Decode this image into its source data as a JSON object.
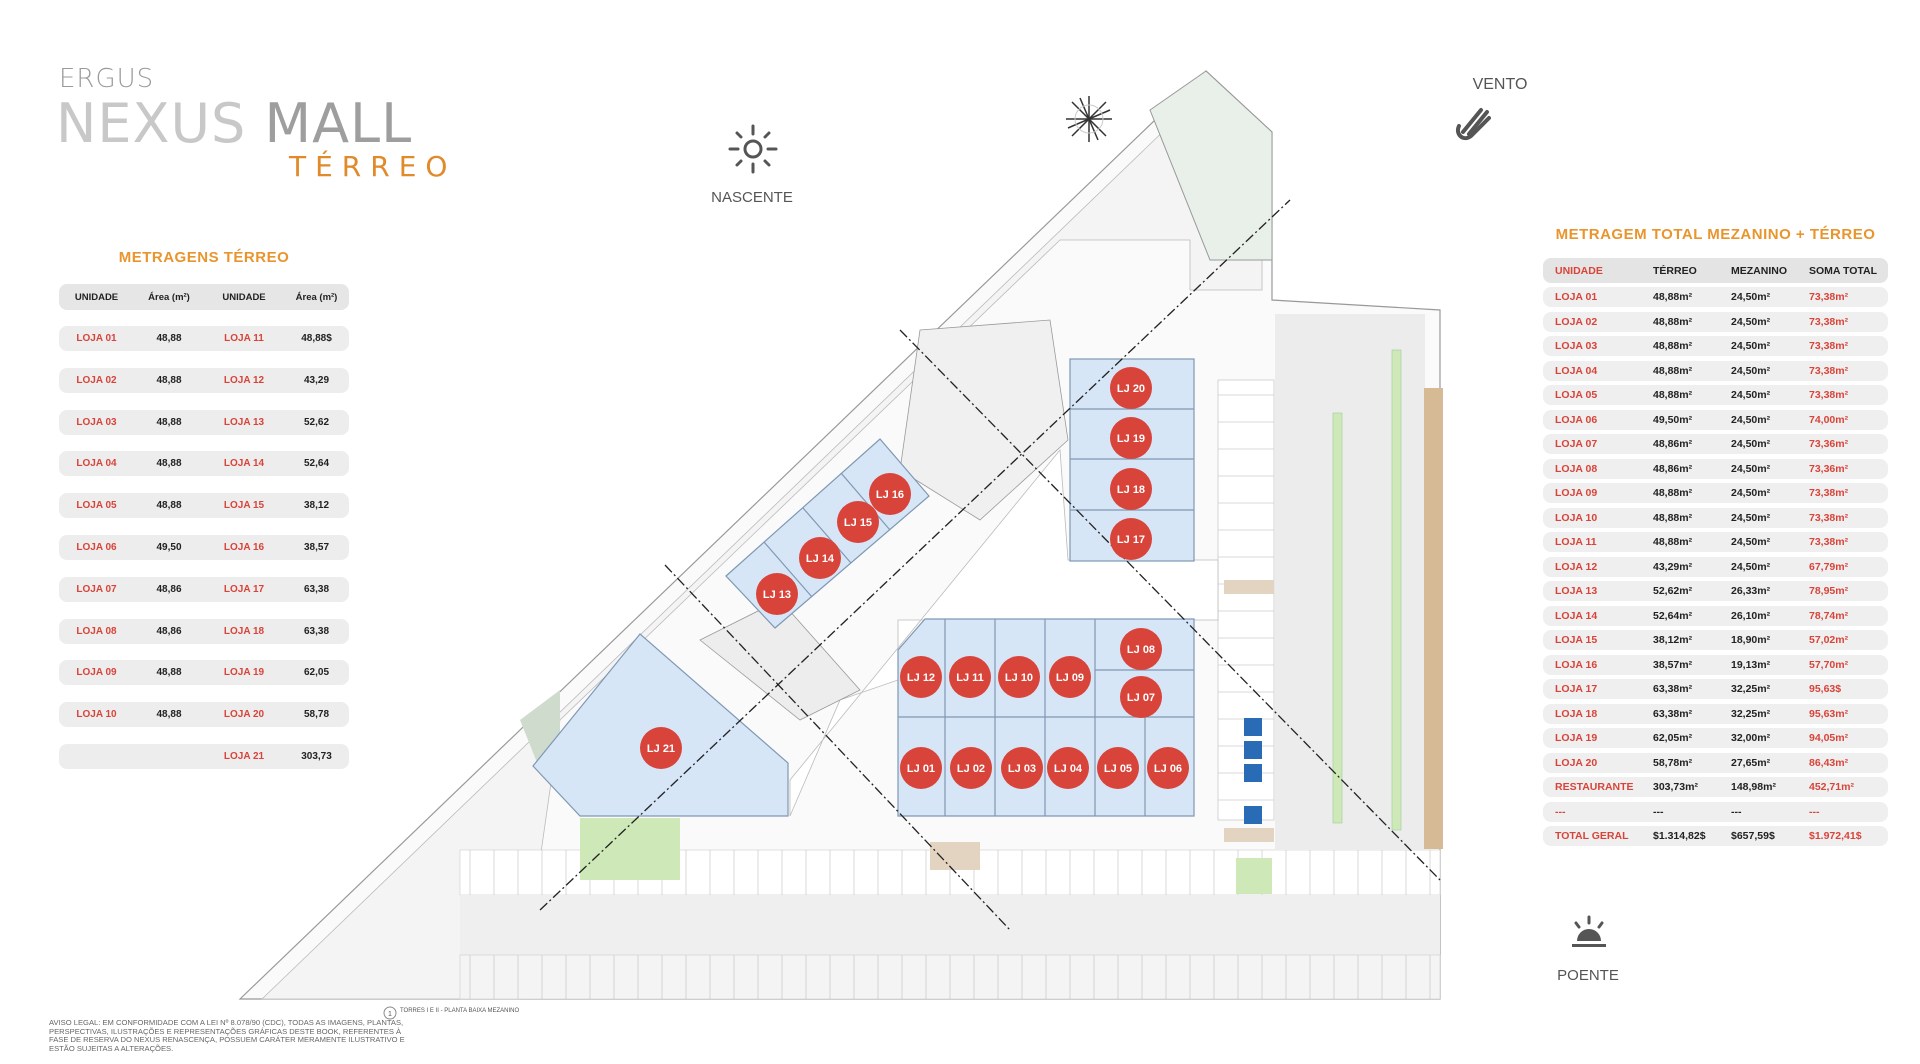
{
  "brand": {
    "company": "ERGUS",
    "name_part1": "NEXUS",
    "name_part2": "MALL",
    "floor": "TÉRREO"
  },
  "orientation": {
    "sunrise_label": "NASCENTE",
    "sunset_label": "POENTE",
    "wind_label": "VENTO",
    "icons": [
      "sun-icon",
      "compass-rose-icon",
      "wind-icon",
      "sunset-icon"
    ]
  },
  "colors": {
    "accent": "#e9952e",
    "store_red": "#d8443a",
    "store_fill": "#d6e6f7"
  },
  "left_table": {
    "title": "METRAGENS TÉRREO",
    "headers": [
      "UNIDADE",
      "Área (m²)",
      "UNIDADE",
      "Área (m²)"
    ],
    "rows": [
      [
        "LOJA 01",
        "48,88",
        "LOJA 11",
        "48,88$"
      ],
      [
        "LOJA 02",
        "48,88",
        "LOJA 12",
        "43,29"
      ],
      [
        "LOJA 03",
        "48,88",
        "LOJA 13",
        "52,62"
      ],
      [
        "LOJA 04",
        "48,88",
        "LOJA 14",
        "52,64"
      ],
      [
        "LOJA 05",
        "48,88",
        "LOJA 15",
        "38,12"
      ],
      [
        "LOJA 06",
        "49,50",
        "LOJA 16",
        "38,57"
      ],
      [
        "LOJA 07",
        "48,86",
        "LOJA 17",
        "63,38"
      ],
      [
        "LOJA 08",
        "48,86",
        "LOJA 18",
        "63,38"
      ],
      [
        "LOJA 09",
        "48,88",
        "LOJA 19",
        "62,05"
      ],
      [
        "LOJA 10",
        "48,88",
        "LOJA 20",
        "58,78"
      ],
      [
        "",
        "",
        "LOJA 21",
        "303,73"
      ]
    ]
  },
  "right_table": {
    "title": "METRAGEM TOTAL MEZANINO + TÉRREO",
    "headers": [
      "UNIDADE",
      "TÉRREO",
      "MEZANINO",
      "SOMA TOTAL"
    ],
    "rows": [
      [
        "LOJA 01",
        "48,88m²",
        "24,50m²",
        "73,38m²"
      ],
      [
        "LOJA 02",
        "48,88m²",
        "24,50m²",
        "73,38m²"
      ],
      [
        "LOJA 03",
        "48,88m²",
        "24,50m²",
        "73,38m²"
      ],
      [
        "LOJA 04",
        "48,88m²",
        "24,50m²",
        "73,38m²"
      ],
      [
        "LOJA 05",
        "48,88m²",
        "24,50m²",
        "73,38m²"
      ],
      [
        "LOJA 06",
        "49,50m²",
        "24,50m²",
        "74,00m²"
      ],
      [
        "LOJA 07",
        "48,86m²",
        "24,50m²",
        "73,36m²"
      ],
      [
        "LOJA 08",
        "48,86m²",
        "24,50m²",
        "73,36m²"
      ],
      [
        "LOJA 09",
        "48,88m²",
        "24,50m²",
        "73,38m²"
      ],
      [
        "LOJA 10",
        "48,88m²",
        "24,50m²",
        "73,38m²"
      ],
      [
        "LOJA 11",
        "48,88m²",
        "24,50m²",
        "73,38m²"
      ],
      [
        "LOJA 12",
        "43,29m²",
        "24,50m²",
        "67,79m²"
      ],
      [
        "LOJA 13",
        "52,62m²",
        "26,33m²",
        "78,95m²"
      ],
      [
        "LOJA 14",
        "52,64m²",
        "26,10m²",
        "78,74m²"
      ],
      [
        "LOJA 15",
        "38,12m²",
        "18,90m²",
        "57,02m²"
      ],
      [
        "LOJA 16",
        "38,57m²",
        "19,13m²",
        "57,70m²"
      ],
      [
        "LOJA 17",
        "63,38m²",
        "32,25m²",
        "95,63$"
      ],
      [
        "LOJA 18",
        "63,38m²",
        "32,25m²",
        "95,63m²"
      ],
      [
        "LOJA 19",
        "62,05m²",
        "32,00m²",
        "94,05m²"
      ],
      [
        "LOJA 20",
        "58,78m²",
        "27,65m²",
        "86,43m²"
      ],
      [
        "RESTAURANTE",
        "303,73m²",
        "148,98m²",
        "452,71m²"
      ],
      [
        "---",
        "---",
        "---",
        "---"
      ],
      [
        "TOTAL GERAL",
        "$1.314,82$",
        "$657,59$",
        "$1.972,41$"
      ]
    ]
  },
  "plan": {
    "stores": [
      "LJ 01",
      "LJ 02",
      "LJ 03",
      "LJ 04",
      "LJ 05",
      "LJ 06",
      "LJ 07",
      "LJ 08",
      "LJ 09",
      "LJ 10",
      "LJ 11",
      "LJ 12",
      "LJ 13",
      "LJ 14",
      "LJ 15",
      "LJ 16",
      "LJ 17",
      "LJ 18",
      "LJ 19",
      "LJ 20",
      "LJ 21"
    ],
    "sheet_label": "TORRES I E II - PLANTA BAIXA MEZANINO",
    "sheet_number": "1"
  },
  "legal": "AVISO LEGAL: EM CONFORMIDADE COM A LEI Nº 8.078/90 (CDC), TODAS AS IMAGENS, PLANTAS, PERSPECTIVAS, ILUSTRAÇÕES E REPRESENTAÇÕES GRÁFICAS DESTE BOOK, REFERENTES À FASE DE RESERVA DO NEXUS RENASCENÇA, POSSUEM CARÁTER MERAMENTE ILUSTRATIVO E ESTÃO SUJEITAS A ALTERAÇÕES."
}
